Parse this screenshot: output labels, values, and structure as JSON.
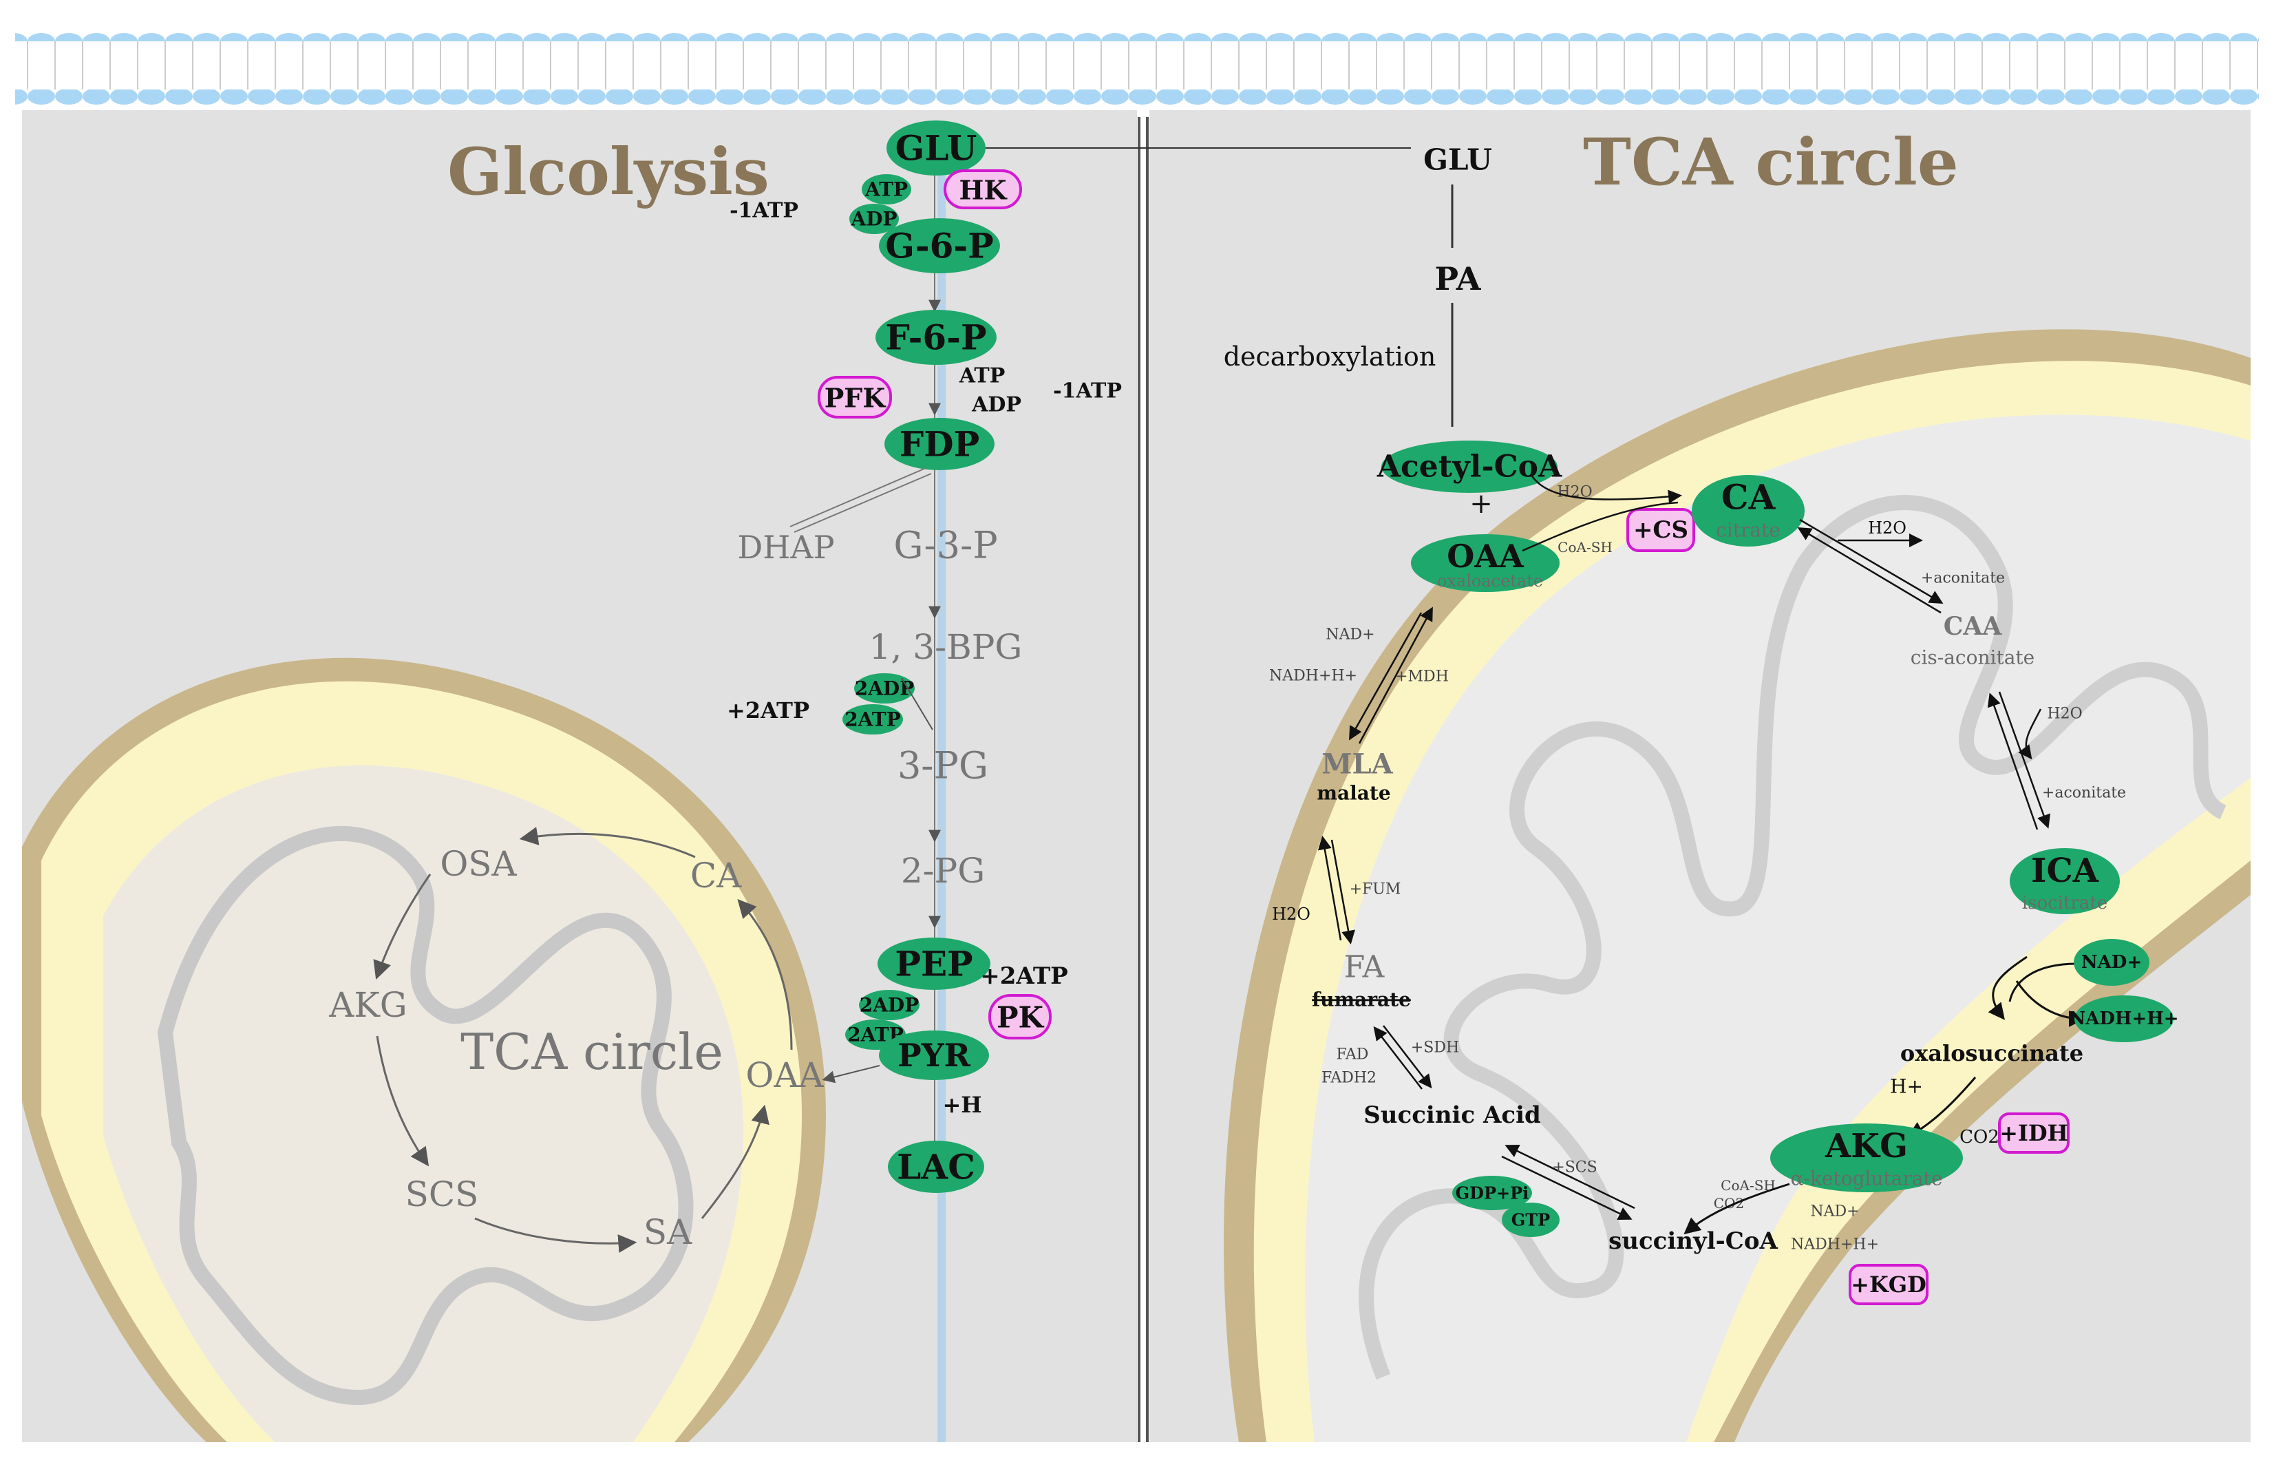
{
  "titles": {
    "glycolysis": "Glcolysis",
    "tca": "TCA circle"
  },
  "colors": {
    "node": "#1fa86b",
    "enzyme_fill": "#f6c4ef",
    "enzyme_stroke": "#d21ad0",
    "membrane": "#a9d6f5",
    "panel": "#e1e1e1",
    "mito_outer": "#c9b68a",
    "mito_inner": "#fbf5c6",
    "grey_text": "#777777"
  },
  "glycolysis": {
    "glu": "GLU",
    "atp1": "ATP",
    "adp1": "ADP",
    "hk": "HK",
    "g6p": "G-6-P",
    "minus_atp_1": "-1ATP",
    "f6p": "F-6-P",
    "atp2": "ATP",
    "adp2": "ADP",
    "pfk": "PFK",
    "minus_atp_2": "-1ATP",
    "fdp": "FDP",
    "dhap": "DHAP",
    "g3p": "G-3-P",
    "bpg": "1, 3-BPG",
    "adp2x": "2ADP",
    "atp2x": "2ATP",
    "plus_atp_1": "+2ATP",
    "pg3": "3-PG",
    "pg2": "2-PG",
    "pep": "PEP",
    "plus_atp_2": "+2ATP",
    "adp2y": "2ADP",
    "atp2y": "2ATP",
    "pk": "PK",
    "pyr": "PYR",
    "plus_h": "+H",
    "lac": "LAC"
  },
  "small_tca": {
    "title": "TCA circle",
    "osa": "OSA",
    "ca": "CA",
    "akg": "AKG",
    "oaa": "OAA",
    "scs": "SCS",
    "sa": "SA"
  },
  "tca": {
    "glu": "GLU",
    "pa": "PA",
    "decarboxylation": "decarboxylation",
    "acetyl_coa": "Acetyl-CoA",
    "plus": "+",
    "h2o_1": "H2O",
    "coash": "CoA-SH",
    "cs": "+CS",
    "oaa": "OAA",
    "oaa_sub": "oxaloacetate",
    "ca": "CA",
    "ca_sub": "citrate",
    "h2o_2": "H2O",
    "aconitate_1": "+aconitate",
    "caa": "CAA",
    "caa_sub": "cis-aconitate",
    "h2o_3": "H2O",
    "aconitate_2": "+aconitate",
    "ica": "ICA",
    "ica_sub": "isocitrate",
    "nad_1": "NAD+",
    "nadh_1": "NADH+H+",
    "oxalosuccinate": "oxalosuccinate",
    "h_plus": "H+",
    "co2_1": "CO2",
    "idh": "+IDH",
    "akg": "AKG",
    "akg_sub": "α-ketoglutarate",
    "coash_2": "CoA-SH",
    "co2_2": "CO2",
    "nad_2": "NAD+",
    "nadh_2": "NADH+H+",
    "kgd": "+KGD",
    "succinyl_coa": "succinyl-CoA",
    "scs": "+SCS",
    "gdp": "GDP+Pi",
    "gtp": "GTP",
    "succinic_acid": "Succinic Acid",
    "fad": "FAD",
    "fadh2": "FADH2",
    "sdh": "+SDH",
    "fa": "FA",
    "fa_sub": "fumarate",
    "fum": "+FUM",
    "h2o_4": "H2O",
    "mla": "MLA",
    "mla_sub": "malate",
    "mdh": "+MDH",
    "nad_3": "NAD+",
    "nadh_3": "NADH+H+"
  }
}
